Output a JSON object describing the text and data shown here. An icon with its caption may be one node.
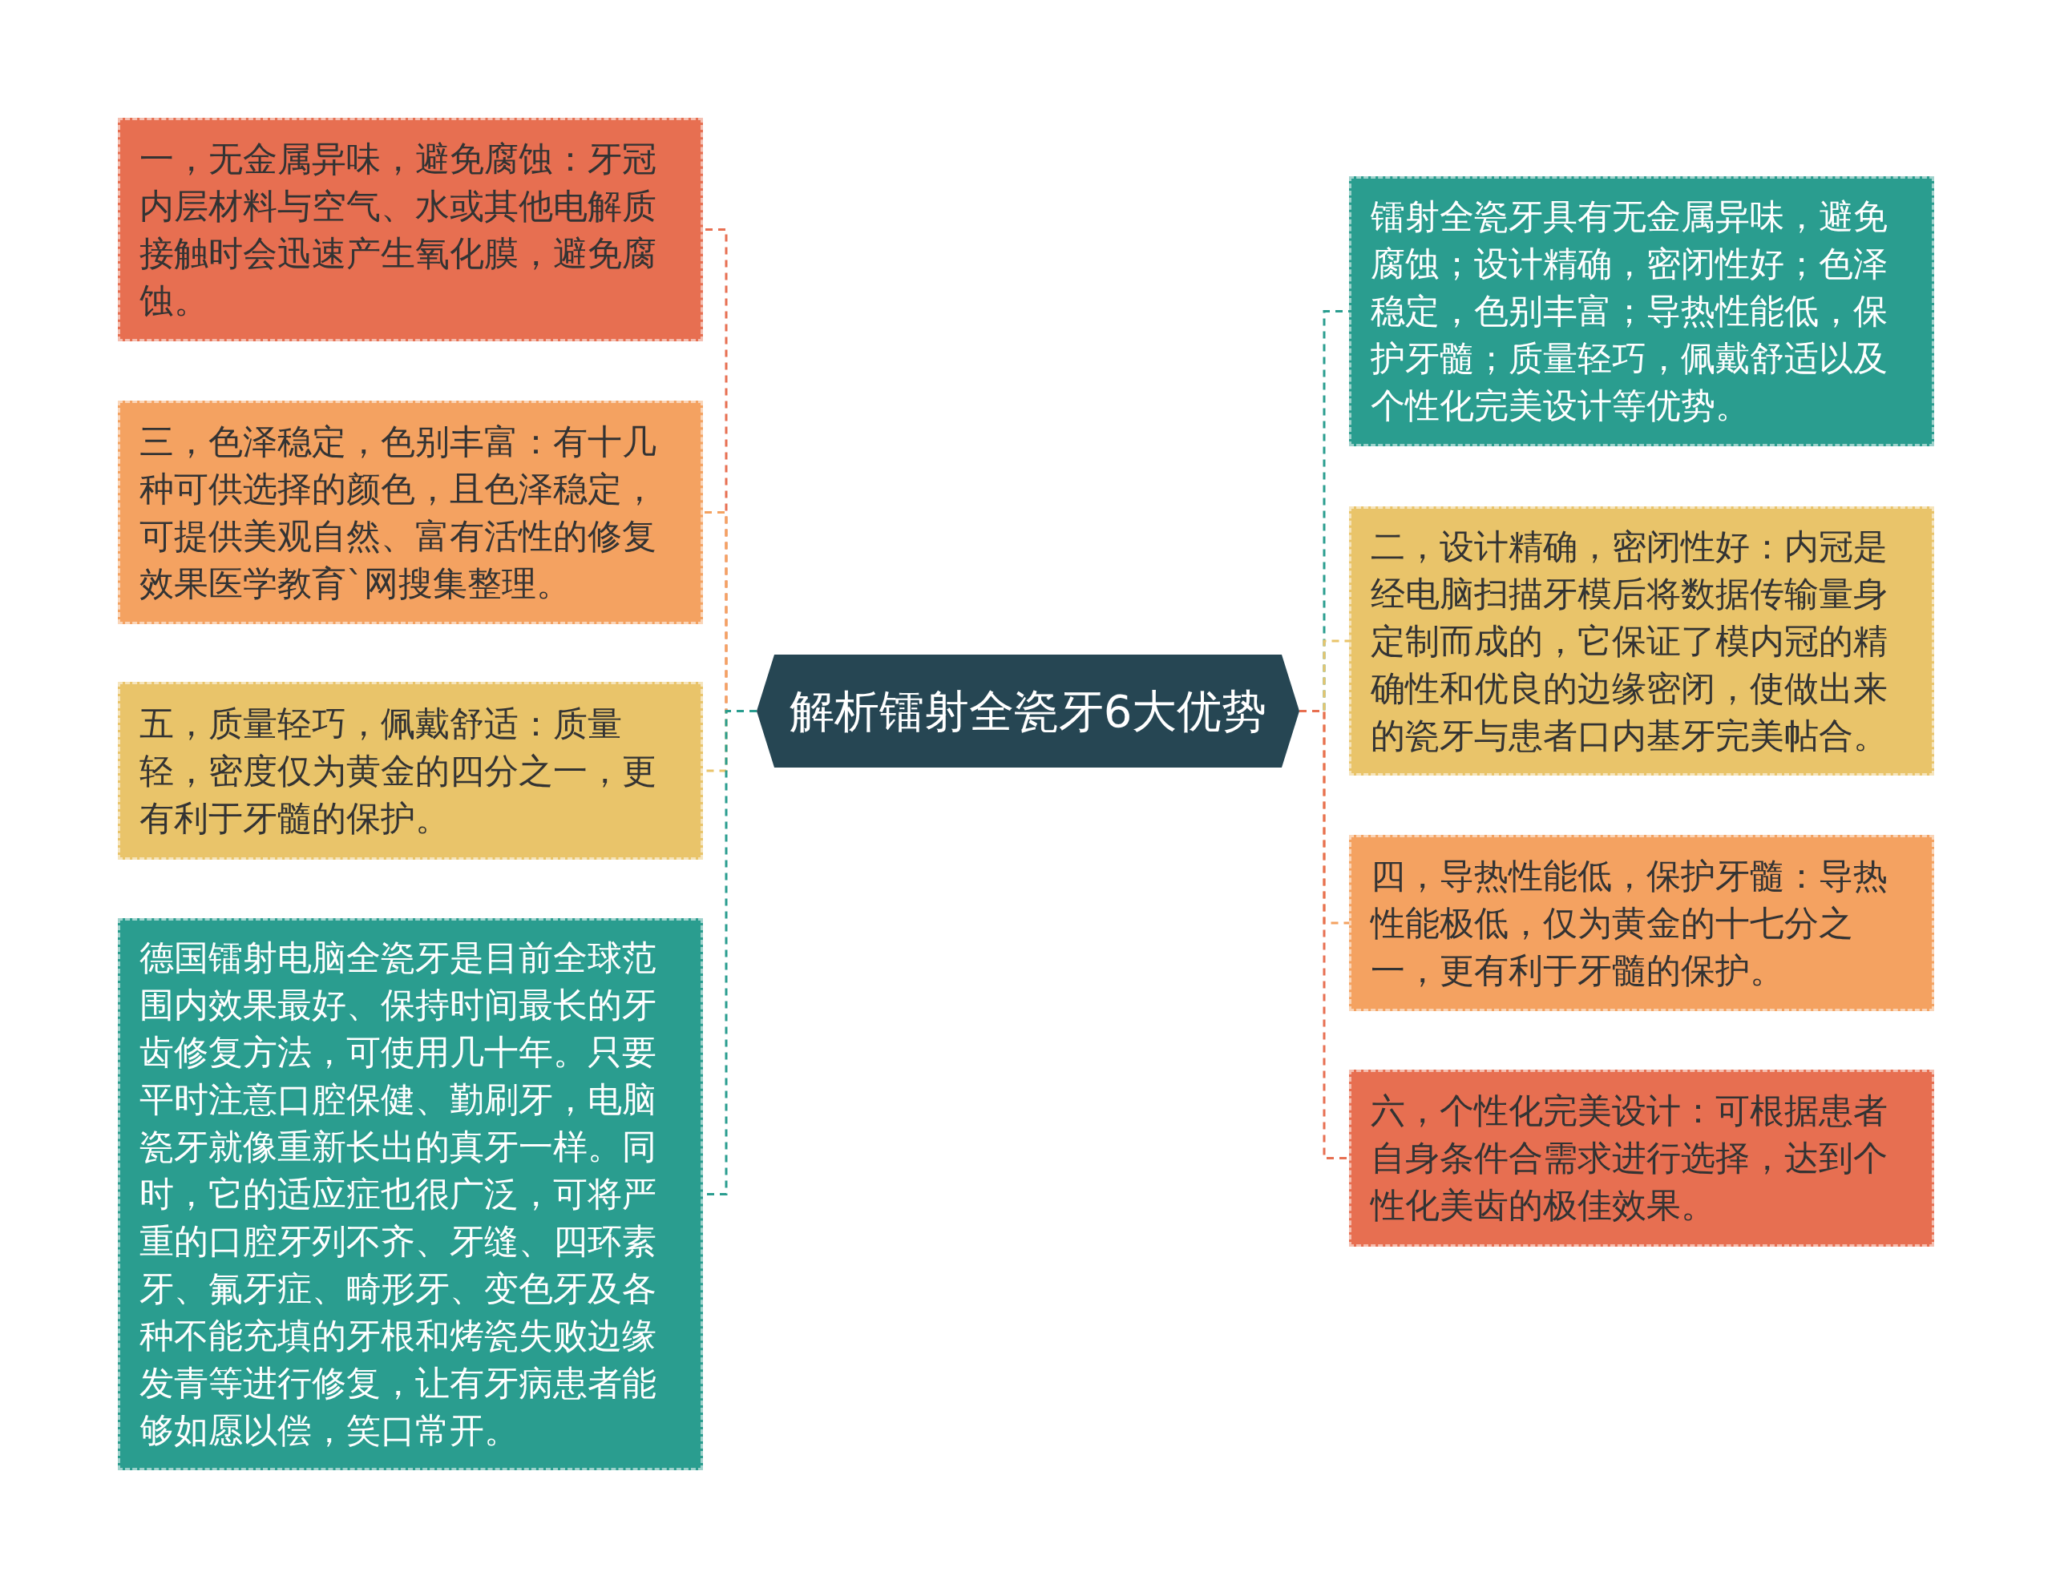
{
  "diagram": {
    "nodes": [
      {
        "text": [
          "解析镭射全瓷牙6大优势"
        ]
      },
      {
        "text": [
          "一，无金属异味，避免腐蚀：牙冠内层材料与空气、水或其他电解质接触时会迅速产生氧化膜，避免腐蚀。"
        ]
      },
      {
        "text": [
          "三，色泽稳定，色别丰富：有十几种可供选择的颜色，且色泽稳定，可提供美观自然、富有活性的修复效果医学教育`网搜集整理。"
        ]
      },
      {
        "text": [
          "五，质量轻巧，佩戴舒适：质量轻，密度仅为黄金的四分之一，更有利于牙髓的保护。"
        ]
      },
      {
        "text": [
          "德国镭射电脑全瓷牙是目前全球范围内效果最好、保持时间最长的牙齿修复方法，可使用几十年。只要平时注意口腔保健、勤刷牙，电脑瓷牙就像重新长出的真牙一样。同时，它的适应症也很广泛，可将严重的口腔牙列不齐、牙缝、四环素牙、氟牙症、畸形牙、变色牙及各种不能充填的牙根和烤瓷失败边缘发青等进行修复，让有牙病患者能够如愿以偿，笑口常开。"
        ]
      },
      {
        "text": [
          "镭射全瓷牙具有无金属异味，避免腐蚀；设计精确，密闭性好；色泽稳定，色别丰富；导热性能低，保护牙髓；质量轻巧，佩戴舒适以及个性化完美设计等优势。"
        ]
      },
      {
        "text": [
          "二，设计精确，密闭性好：内冠是经电脑扫描牙模后将数据传输量身定制而成的，它保证了模内冠的精确性和优良的边缘密闭，使做出来的瓷牙与患者口内基牙完美帖合。"
        ]
      },
      {
        "text": [
          "四，导热性能低，保护牙髓：导热性能极低，仅为黄金的十七分之一，更有利于牙髓的保护。"
        ]
      },
      {
        "text": [
          "六，个性化完美设计：可根据患者自身条件合需求进行选择，达到个性化美齿的极佳效果。"
        ]
      }
    ],
    "edges": [
      {
        "from": 0,
        "to": 1,
        "arrow": "none",
        "style": "dashed",
        "color": "#e76f51"
      },
      {
        "from": 0,
        "to": 2,
        "arrow": "none",
        "style": "dashed",
        "color": "#f4a261"
      },
      {
        "from": 0,
        "to": 3,
        "arrow": "none",
        "style": "dashed",
        "color": "#e9c46a"
      },
      {
        "from": 0,
        "to": 4,
        "arrow": "none",
        "style": "dashed",
        "color": "#2a9d8f"
      },
      {
        "from": 0,
        "to": 5,
        "arrow": "none",
        "style": "dashed",
        "color": "#2a9d8f"
      },
      {
        "from": 0,
        "to": 6,
        "arrow": "none",
        "style": "dashed",
        "color": "#e9c46a"
      },
      {
        "from": 0,
        "to": 7,
        "arrow": "none",
        "style": "dashed",
        "color": "#f4a261"
      },
      {
        "from": 0,
        "to": 8,
        "arrow": "none",
        "style": "dashed",
        "color": "#e76f51"
      }
    ]
  }
}
